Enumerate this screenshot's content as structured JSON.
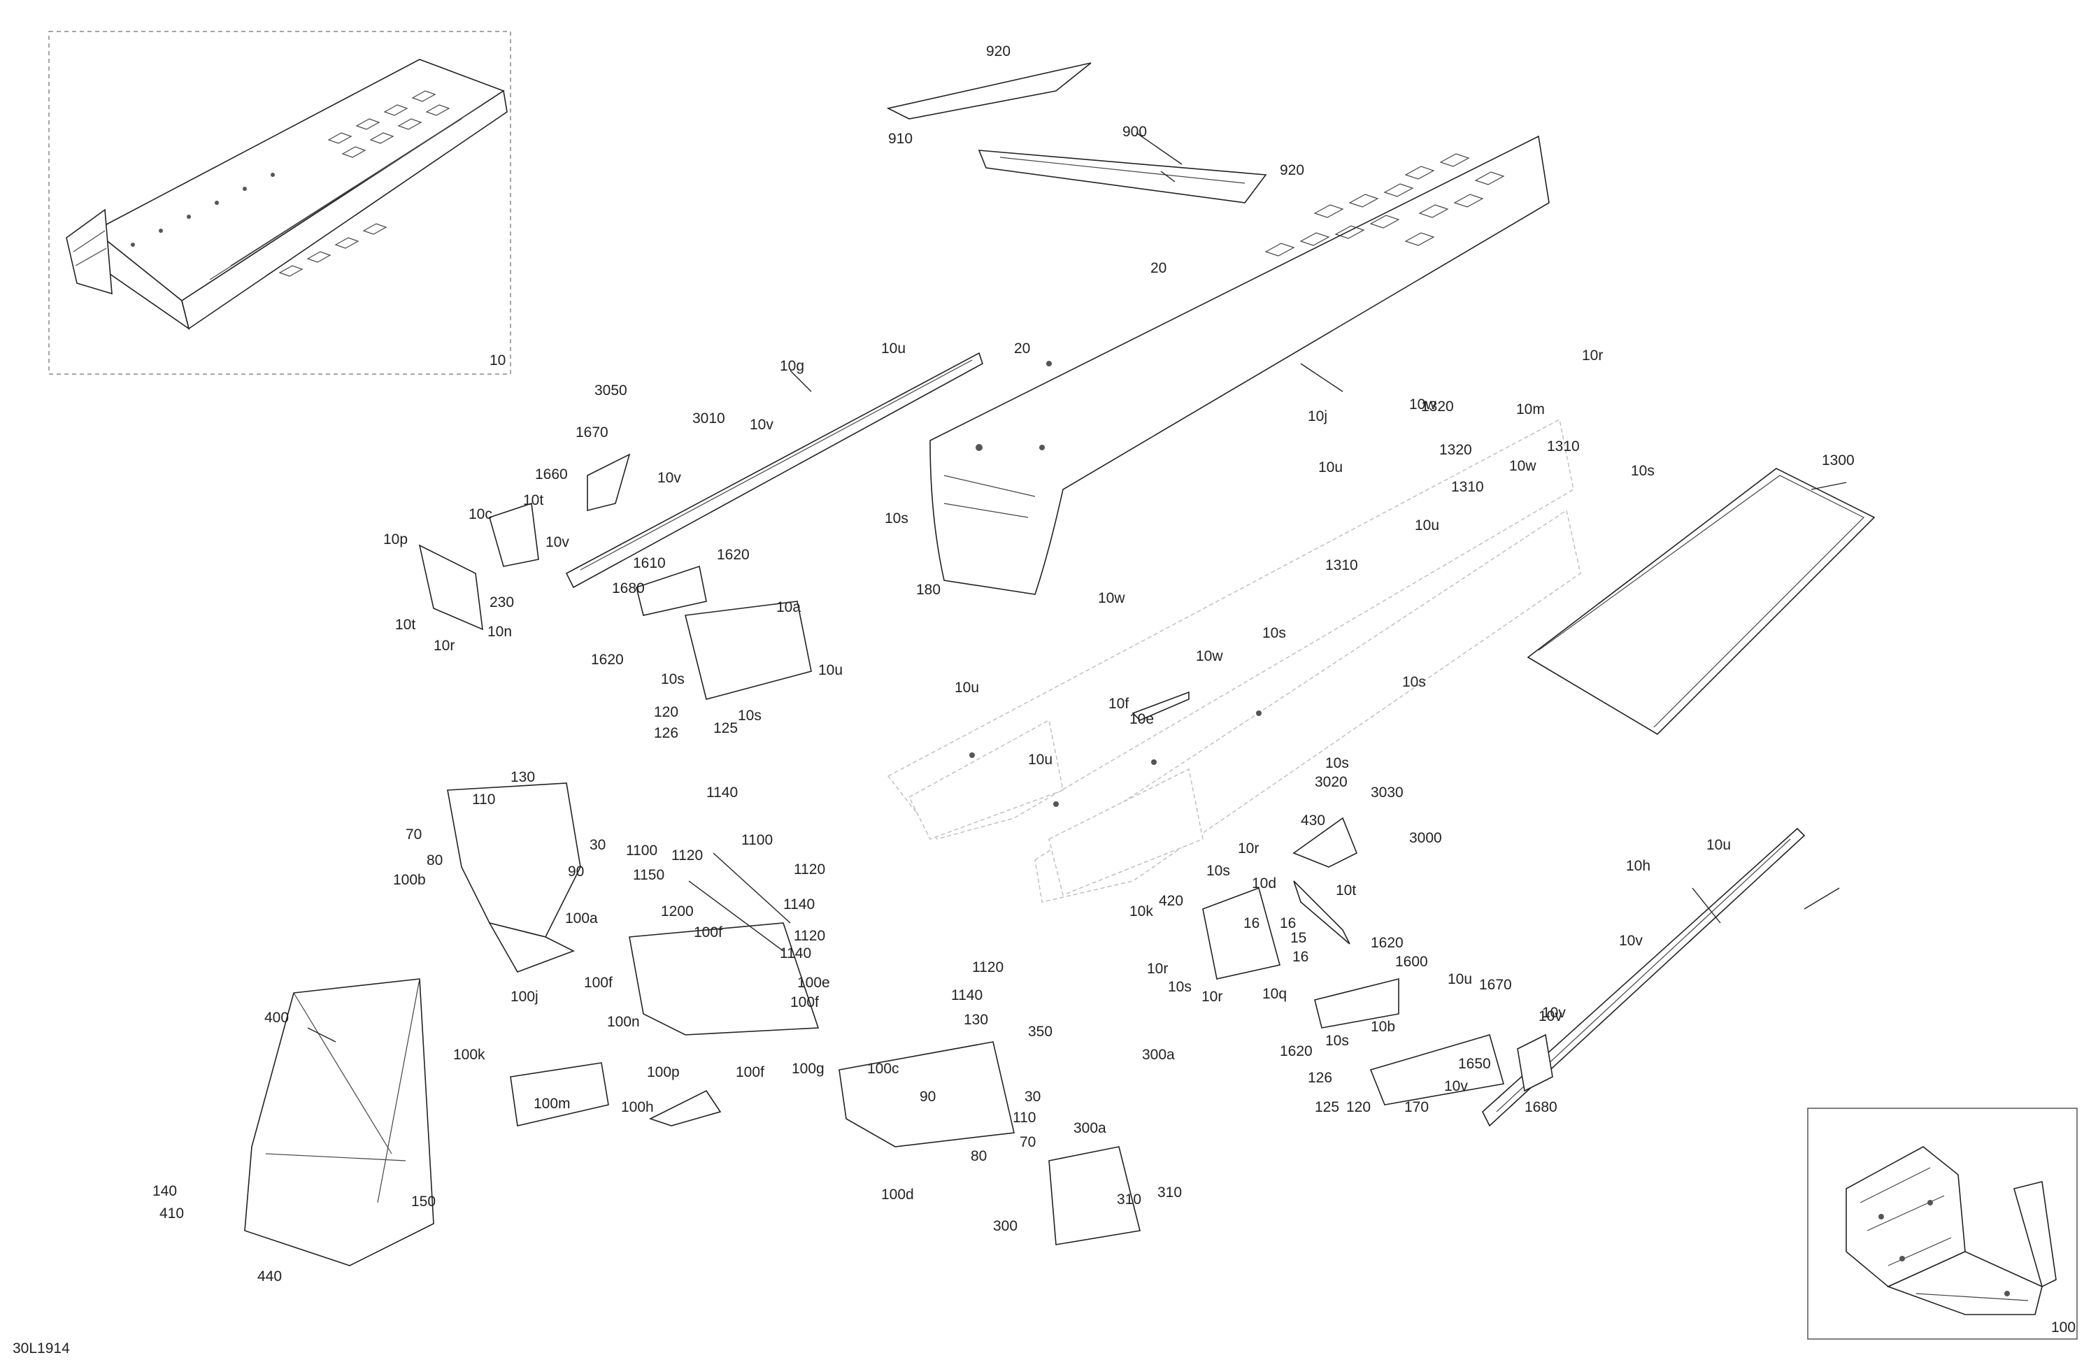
{
  "drawing_id": "30L1914",
  "insets": [
    {
      "name": "inset-tunnel-assembly",
      "label": "10"
    },
    {
      "name": "inset-front-frame-assembly",
      "label": "100"
    }
  ],
  "callouts": [
    {
      "text": "920"
    },
    {
      "text": "910"
    },
    {
      "text": "900"
    },
    {
      "text": "920"
    },
    {
      "text": "20"
    },
    {
      "text": "20"
    },
    {
      "text": "10j"
    },
    {
      "text": "10u"
    },
    {
      "text": "10g"
    },
    {
      "text": "3050"
    },
    {
      "text": "3010"
    },
    {
      "text": "1670"
    },
    {
      "text": "10v"
    },
    {
      "text": "1660"
    },
    {
      "text": "10v"
    },
    {
      "text": "10c"
    },
    {
      "text": "10t"
    },
    {
      "text": "10p"
    },
    {
      "text": "10v"
    },
    {
      "text": "1610"
    },
    {
      "text": "1620"
    },
    {
      "text": "1680"
    },
    {
      "text": "230"
    },
    {
      "text": "10t"
    },
    {
      "text": "10n"
    },
    {
      "text": "10r"
    },
    {
      "text": "10a"
    },
    {
      "text": "1620"
    },
    {
      "text": "10u"
    },
    {
      "text": "10s"
    },
    {
      "text": "120"
    },
    {
      "text": "10s"
    },
    {
      "text": "126"
    },
    {
      "text": "125"
    },
    {
      "text": "10r"
    },
    {
      "text": "1320"
    },
    {
      "text": "10m"
    },
    {
      "text": "10w"
    },
    {
      "text": "1320"
    },
    {
      "text": "1310"
    },
    {
      "text": "10s"
    },
    {
      "text": "10u"
    },
    {
      "text": "10w"
    },
    {
      "text": "1310"
    },
    {
      "text": "1300"
    },
    {
      "text": "10u"
    },
    {
      "text": "1310"
    },
    {
      "text": "10s"
    },
    {
      "text": "180"
    },
    {
      "text": "10w"
    },
    {
      "text": "10s"
    },
    {
      "text": "10w"
    },
    {
      "text": "10s"
    },
    {
      "text": "10f"
    },
    {
      "text": "10e"
    },
    {
      "text": "10u"
    },
    {
      "text": "10u"
    },
    {
      "text": "10s"
    },
    {
      "text": "3020"
    },
    {
      "text": "3030"
    },
    {
      "text": "430"
    },
    {
      "text": "3000"
    },
    {
      "text": "10r"
    },
    {
      "text": "10s"
    },
    {
      "text": "10d"
    },
    {
      "text": "10t"
    },
    {
      "text": "10k"
    },
    {
      "text": "420"
    },
    {
      "text": "130"
    },
    {
      "text": "110"
    },
    {
      "text": "30"
    },
    {
      "text": "70"
    },
    {
      "text": "80"
    },
    {
      "text": "90"
    },
    {
      "text": "100b"
    },
    {
      "text": "100a"
    },
    {
      "text": "1140"
    },
    {
      "text": "1100"
    },
    {
      "text": "1100"
    },
    {
      "text": "1120"
    },
    {
      "text": "1120"
    },
    {
      "text": "1150"
    },
    {
      "text": "1140"
    },
    {
      "text": "1200"
    },
    {
      "text": "1120"
    },
    {
      "text": "1140"
    },
    {
      "text": "100f"
    },
    {
      "text": "100f"
    },
    {
      "text": "100e"
    },
    {
      "text": "100f"
    },
    {
      "text": "100j"
    },
    {
      "text": "100n"
    },
    {
      "text": "100k"
    },
    {
      "text": "100p"
    },
    {
      "text": "100f"
    },
    {
      "text": "100g"
    },
    {
      "text": "100m"
    },
    {
      "text": "100h"
    },
    {
      "text": "400"
    },
    {
      "text": "140"
    },
    {
      "text": "410"
    },
    {
      "text": "150"
    },
    {
      "text": "440"
    },
    {
      "text": "1120"
    },
    {
      "text": "1140"
    },
    {
      "text": "130"
    },
    {
      "text": "350"
    },
    {
      "text": "100c"
    },
    {
      "text": "90"
    },
    {
      "text": "30"
    },
    {
      "text": "110"
    },
    {
      "text": "70"
    },
    {
      "text": "80"
    },
    {
      "text": "100d"
    },
    {
      "text": "300a"
    },
    {
      "text": "300a"
    },
    {
      "text": "310"
    },
    {
      "text": "310"
    },
    {
      "text": "300"
    },
    {
      "text": "16"
    },
    {
      "text": "16"
    },
    {
      "text": "15"
    },
    {
      "text": "16"
    },
    {
      "text": "10r"
    },
    {
      "text": "10s"
    },
    {
      "text": "10r"
    },
    {
      "text": "10q"
    },
    {
      "text": "1620"
    },
    {
      "text": "1600"
    },
    {
      "text": "10u"
    },
    {
      "text": "10s"
    },
    {
      "text": "10b"
    },
    {
      "text": "1620"
    },
    {
      "text": "126"
    },
    {
      "text": "125"
    },
    {
      "text": "120"
    },
    {
      "text": "170"
    },
    {
      "text": "10v"
    },
    {
      "text": "1650"
    },
    {
      "text": "1670"
    },
    {
      "text": "10v"
    },
    {
      "text": "1680"
    },
    {
      "text": "10u"
    },
    {
      "text": "10h"
    },
    {
      "text": "10v"
    },
    {
      "text": "10v"
    }
  ]
}
